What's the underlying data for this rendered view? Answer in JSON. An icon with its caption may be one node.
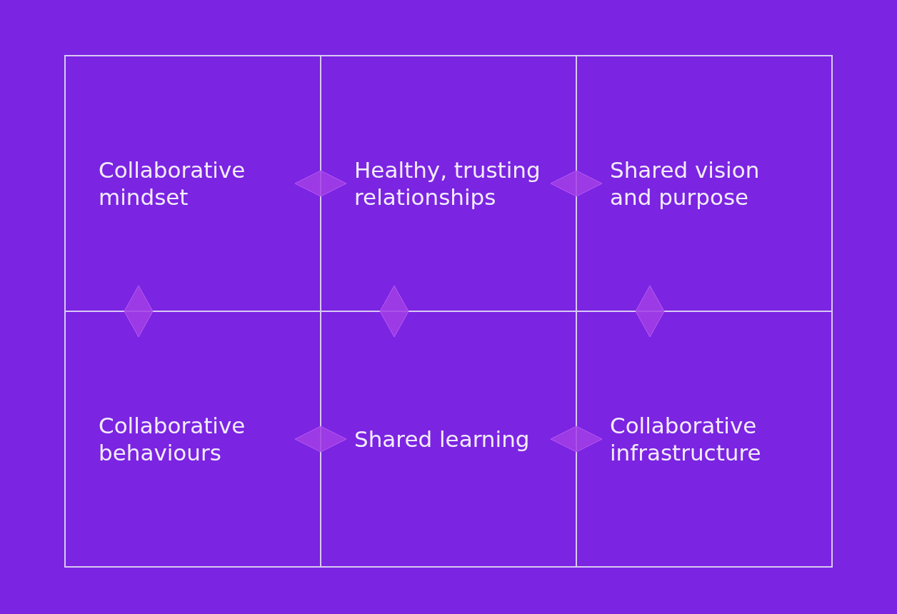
{
  "diagram": {
    "nodes": [
      {
        "text": [
          "Collaborative mindset"
        ]
      },
      {
        "text": [
          "Healthy, trusting relationships"
        ]
      },
      {
        "text": [
          "Shared vision and purpose"
        ]
      },
      {
        "text": [
          "Collaborative behaviours"
        ]
      },
      {
        "text": [
          "Shared learning"
        ]
      },
      {
        "text": [
          "Collaborative infrastructure"
        ]
      }
    ],
    "edges": [
      {
        "from": 0,
        "to": 1,
        "arrow": "both"
      },
      {
        "from": 1,
        "to": 2,
        "arrow": "both"
      },
      {
        "from": 0,
        "to": 3,
        "arrow": "both"
      },
      {
        "from": 1,
        "to": 4,
        "arrow": "both"
      },
      {
        "from": 2,
        "to": 5,
        "arrow": "both"
      },
      {
        "from": 3,
        "to": 4,
        "arrow": "both"
      },
      {
        "from": 4,
        "to": 5,
        "arrow": "both"
      }
    ]
  }
}
